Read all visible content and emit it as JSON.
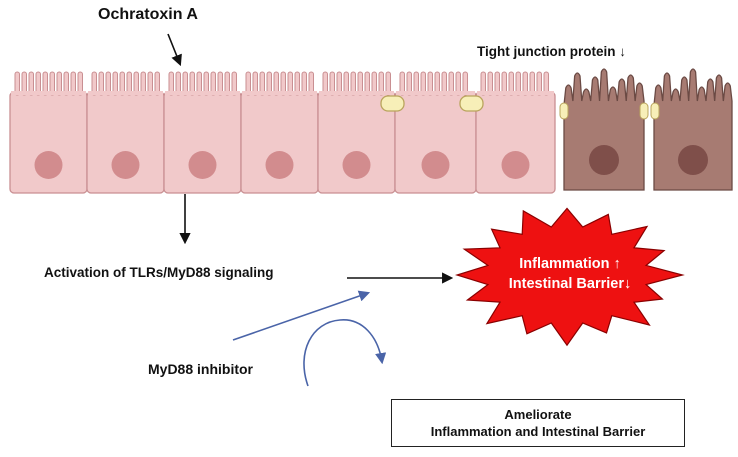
{
  "labels": {
    "toxin": "Ochratoxin A",
    "tight_junction": "Tight junction protein ↓",
    "signaling": "Activation of TLRs/MyD88 signaling",
    "inhibitor": "MyD88 inhibitor"
  },
  "burst": {
    "line1": "Inflammation ↑",
    "line2": "Intestinal Barrier↓"
  },
  "outcome": {
    "line1": "Ameliorate",
    "line2": "Inflammation and Intestinal Barrier"
  },
  "colors": {
    "healthy_cell": "#f1c9ca",
    "cell_outline": "#c98f92",
    "nucleus": "#d28c8e",
    "damaged_cell": "#a77b72",
    "damaged_nucleus": "#7f4f4a",
    "tight_junction": "#f7efb8",
    "burst_fill": "#ee1111",
    "inhibitor_arrow": "#4a64a8"
  },
  "icons": [
    "healthy-epithelial-cell",
    "damaged-epithelial-cell",
    "tight-junction-icon",
    "explosion-burst-icon"
  ]
}
